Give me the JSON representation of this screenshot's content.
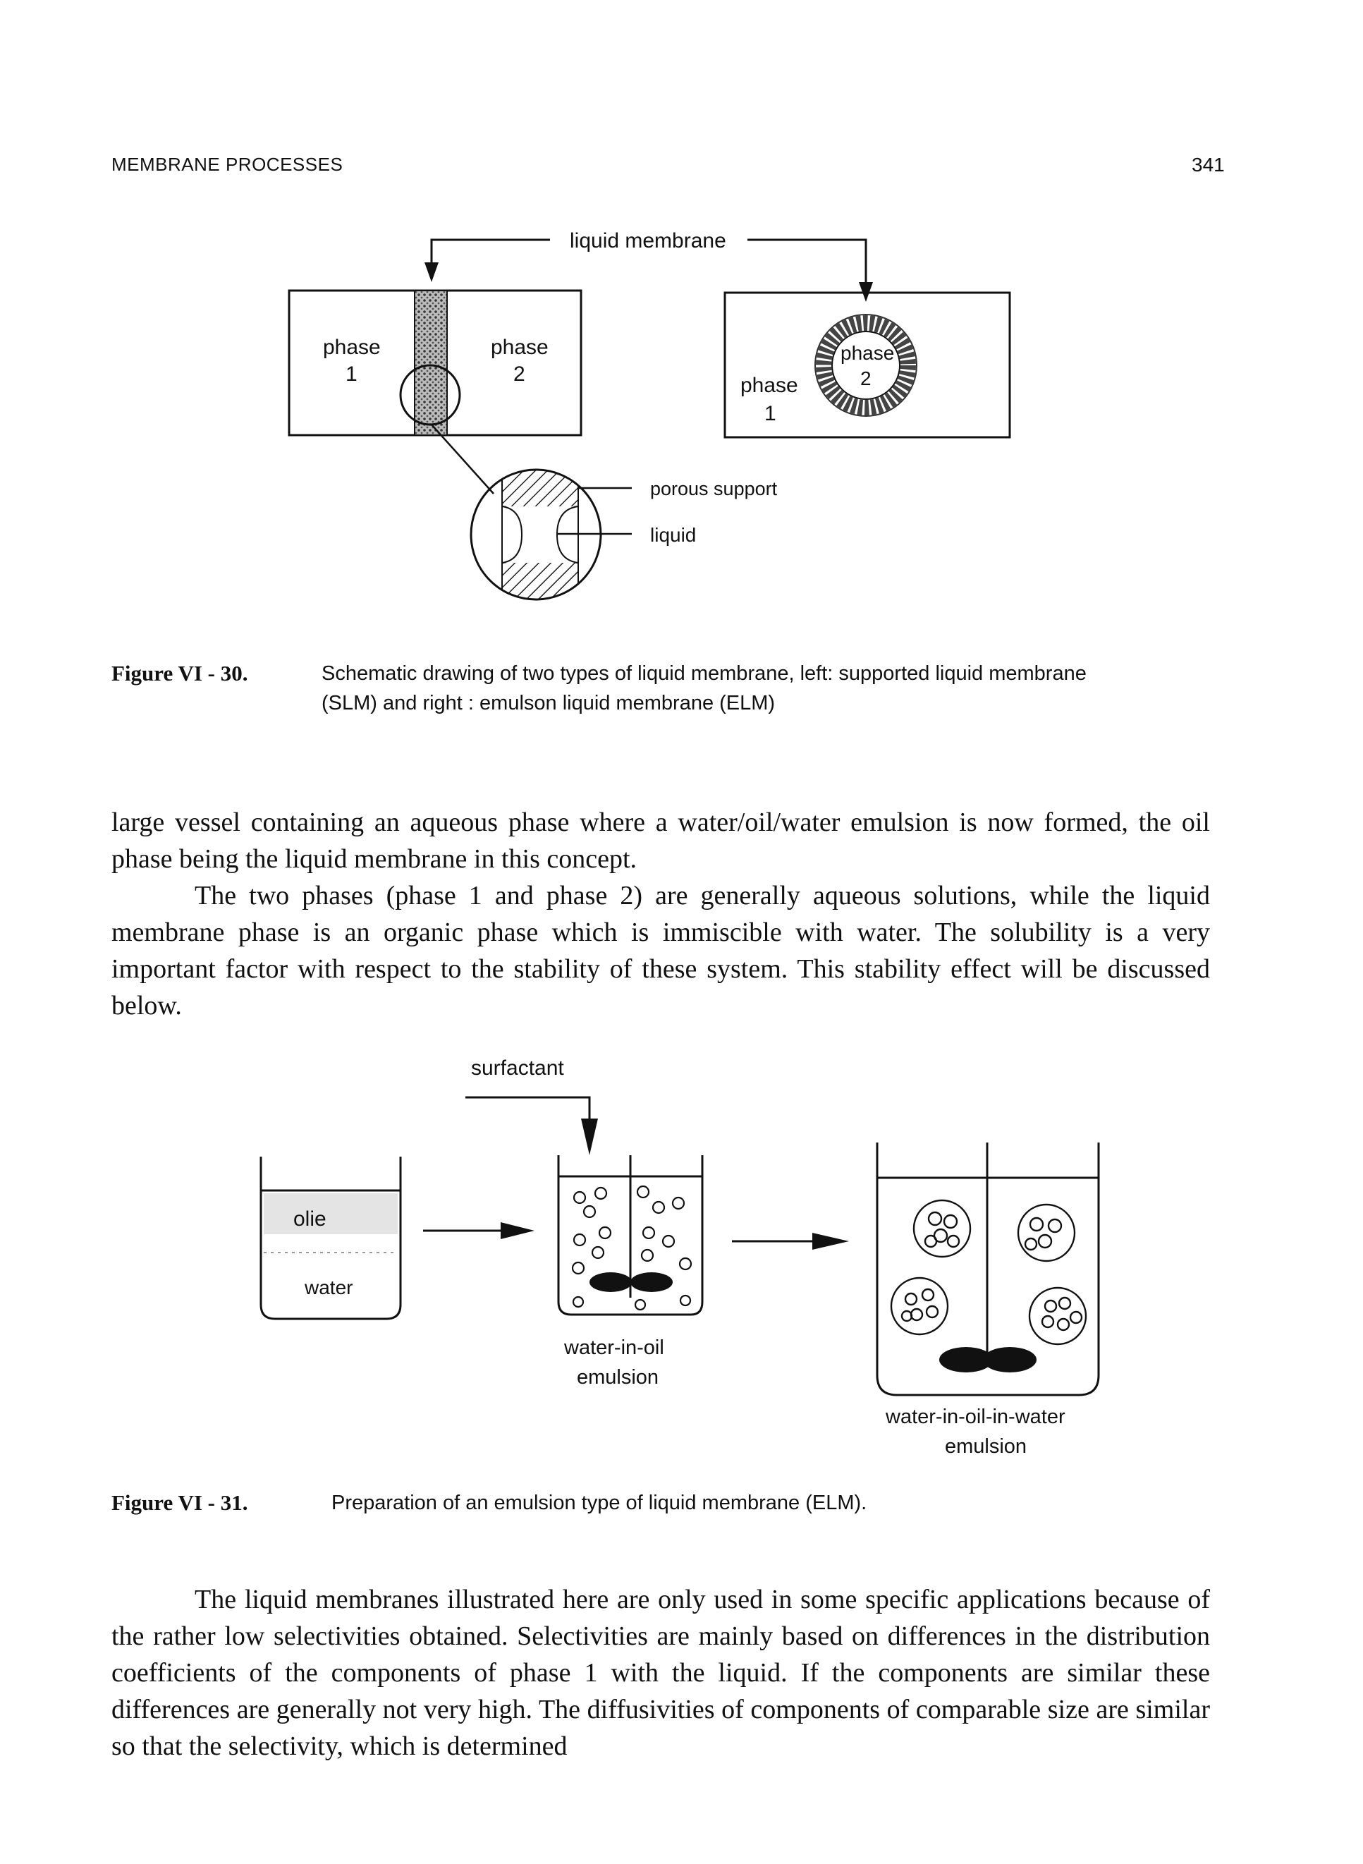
{
  "header": {
    "left": "MEMBRANE PROCESSES",
    "right": "341"
  },
  "figure30": {
    "labels": {
      "liquid_membrane": "liquid membrane",
      "phase1_line1": "phase",
      "phase1_line2": "1",
      "phase2_line1": "phase",
      "phase2_line2": "2",
      "porous_support": "porous support",
      "liquid": "liquid",
      "elm_phase1_line1": "phase",
      "elm_phase1_line2": "1",
      "elm_phase2_line1": "phase",
      "elm_phase2_line2": "2"
    },
    "caption_label": "Figure VI - 30.",
    "caption_text_1": "Schematic drawing of two types of liquid membrane, left: supported liquid membrane",
    "caption_text_2": "(SLM) and right : emulson liquid membrane (ELM)"
  },
  "paragraph1": {
    "p1": "large vessel containing an aqueous phase where a water/oil/water emulsion is now formed, the oil phase being the liquid membrane in this concept.",
    "p2": "The two phases (phase 1 and phase 2) are generally aqueous solutions, while the liquid membrane phase is an organic phase which is immiscible with water. The solubility is a very important factor with respect to the stability of these system. This stability effect will be discussed below."
  },
  "figure31": {
    "labels": {
      "surfactant": "surfactant",
      "olie": "olie",
      "water": "water",
      "w_o_line1": "water-in-oil",
      "w_o_line2": "emulsion",
      "w_o_w_line1": "water-in-oil-in-water",
      "w_o_w_line2": "emulsion"
    },
    "caption_label": "Figure VI - 31.",
    "caption_text": "Preparation of an emulsion type of liquid membrane (ELM)."
  },
  "paragraph2": {
    "p1": "The liquid membranes illustrated here are only used in some specific applications because of the rather low selectivities obtained. Selectivities are mainly based on differences in the distribution coefficients of the components of phase 1 with the liquid. If the components are similar these differences are generally not very high. The diffusivities of components of comparable size are similar so that the selectivity, which is determined"
  }
}
